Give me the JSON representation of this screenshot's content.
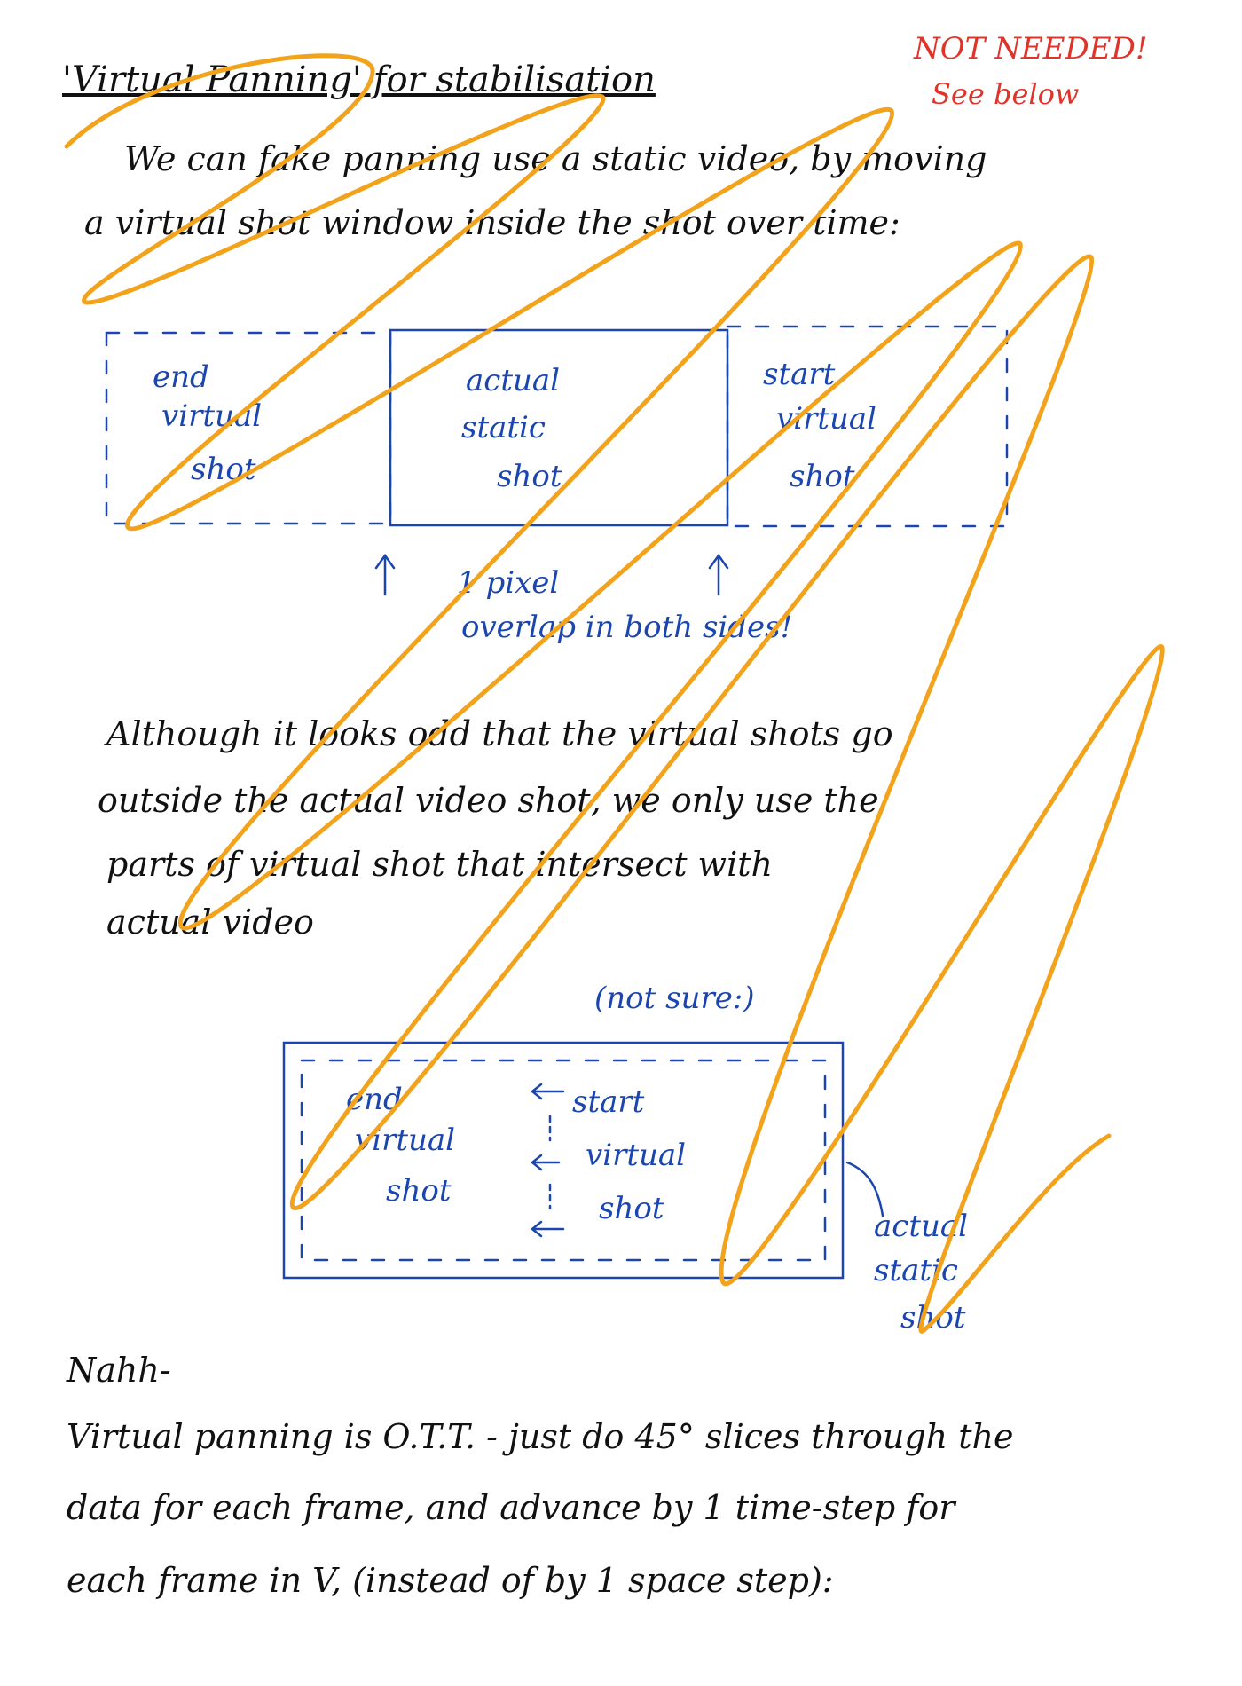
{
  "note": {
    "title": "'Virtual Panning' for stabilisation",
    "status": [
      "NOT NEEDED!",
      "See below"
    ],
    "intro": [
      "We can fake panning use a static video, by moving",
      "a virtual shot window inside the shot over time:"
    ],
    "diagram1": {
      "end_label": [
        "end",
        "virtual",
        "shot"
      ],
      "actual_label": [
        "actual",
        "static",
        "shot"
      ],
      "start_label": [
        "start",
        "virtual",
        "shot"
      ],
      "overlap_note": [
        "1 pixel",
        "overlap in both sides!"
      ]
    },
    "paragraph2": [
      "Although it looks odd that the virtual shots go",
      "outside the actual video shot, we only use the",
      "parts of virtual shot that intersect with",
      "actual video"
    ],
    "diagram2": {
      "caption": "(not sure:)",
      "end_label": [
        "end",
        "virtual",
        "shot"
      ],
      "start_label": [
        "start",
        "virtual",
        "shot"
      ],
      "actual_label": [
        "actual",
        "static",
        "shot"
      ]
    },
    "conclusion": [
      "Nahh-",
      "Virtual panning is O.T.T. - just do 45° slices through the",
      "data for each frame, and advance by 1 time-step for",
      "each frame in V, (instead of by 1 space step):"
    ]
  },
  "colors": {
    "ink": "#111111",
    "blue_ink": "#1b46b0",
    "red_ink": "#e0342b",
    "scribble": "#f2a31b"
  }
}
